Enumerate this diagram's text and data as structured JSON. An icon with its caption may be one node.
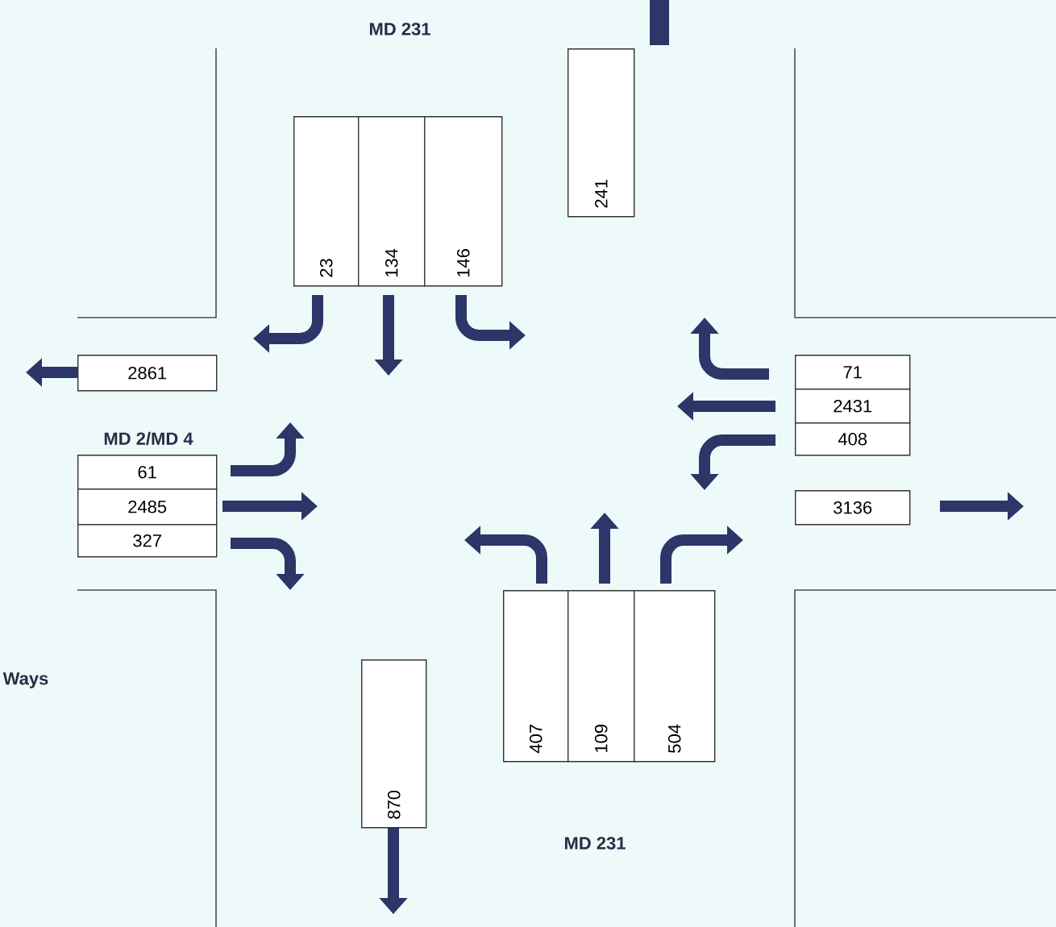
{
  "diagram": {
    "nodes": [
      {
        "text": [
          "23"
        ]
      },
      {
        "text": [
          "134"
        ]
      },
      {
        "text": [
          "146"
        ]
      },
      {
        "text": [
          "241"
        ]
      },
      {
        "text": [
          "2861"
        ]
      },
      {
        "text": [
          "71"
        ]
      },
      {
        "text": [
          "2431"
        ]
      },
      {
        "text": [
          "61"
        ]
      },
      {
        "text": [
          "408"
        ]
      },
      {
        "text": [
          "2485"
        ]
      },
      {
        "text": [
          "3136"
        ]
      },
      {
        "text": [
          "327"
        ]
      },
      {
        "text": [
          "407"
        ]
      },
      {
        "text": [
          "109"
        ]
      },
      {
        "text": [
          "504"
        ]
      },
      {
        "text": [
          "870"
        ]
      }
    ],
    "labels": [
      "MD 231",
      "MD 2/MD 4",
      "Ways",
      "MD 231"
    ]
  }
}
